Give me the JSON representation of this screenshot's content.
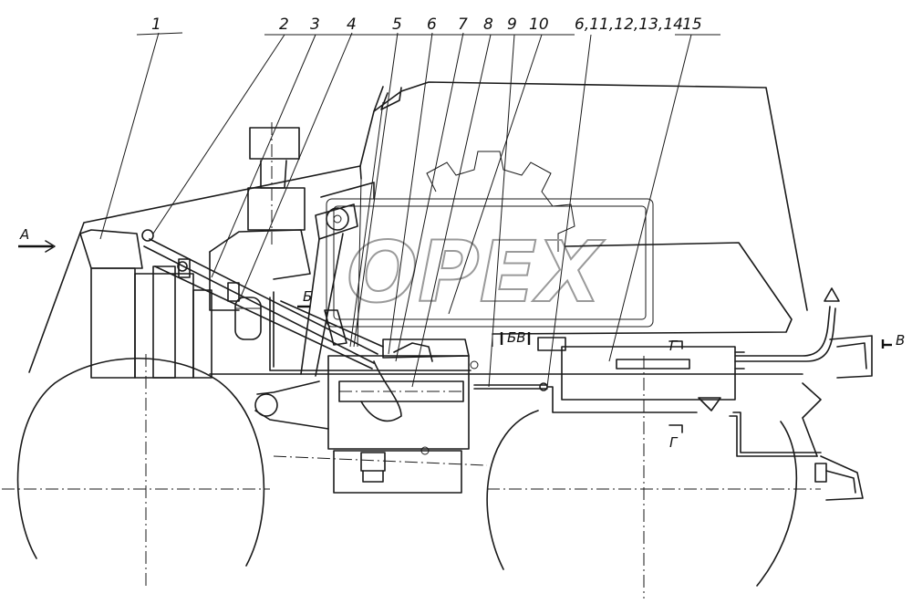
{
  "callouts": {
    "c1": "1",
    "c2": "2",
    "c3": "3",
    "c4": "4",
    "c5": "5",
    "c6": "6",
    "c7": "7",
    "c8": "8",
    "c9": "9",
    "c10": "10",
    "c11": "6,11,12,13,14",
    "c15": "15"
  },
  "view_labels": {
    "a": "A",
    "b": "Б",
    "v": "В",
    "bv": "БВ",
    "g_top": "Г",
    "g_bottom": "Г"
  },
  "watermark": "OPEX",
  "colors": {
    "line": "#1a1a1a",
    "watermark": "#9a9a9a",
    "background": "#ffffff"
  }
}
